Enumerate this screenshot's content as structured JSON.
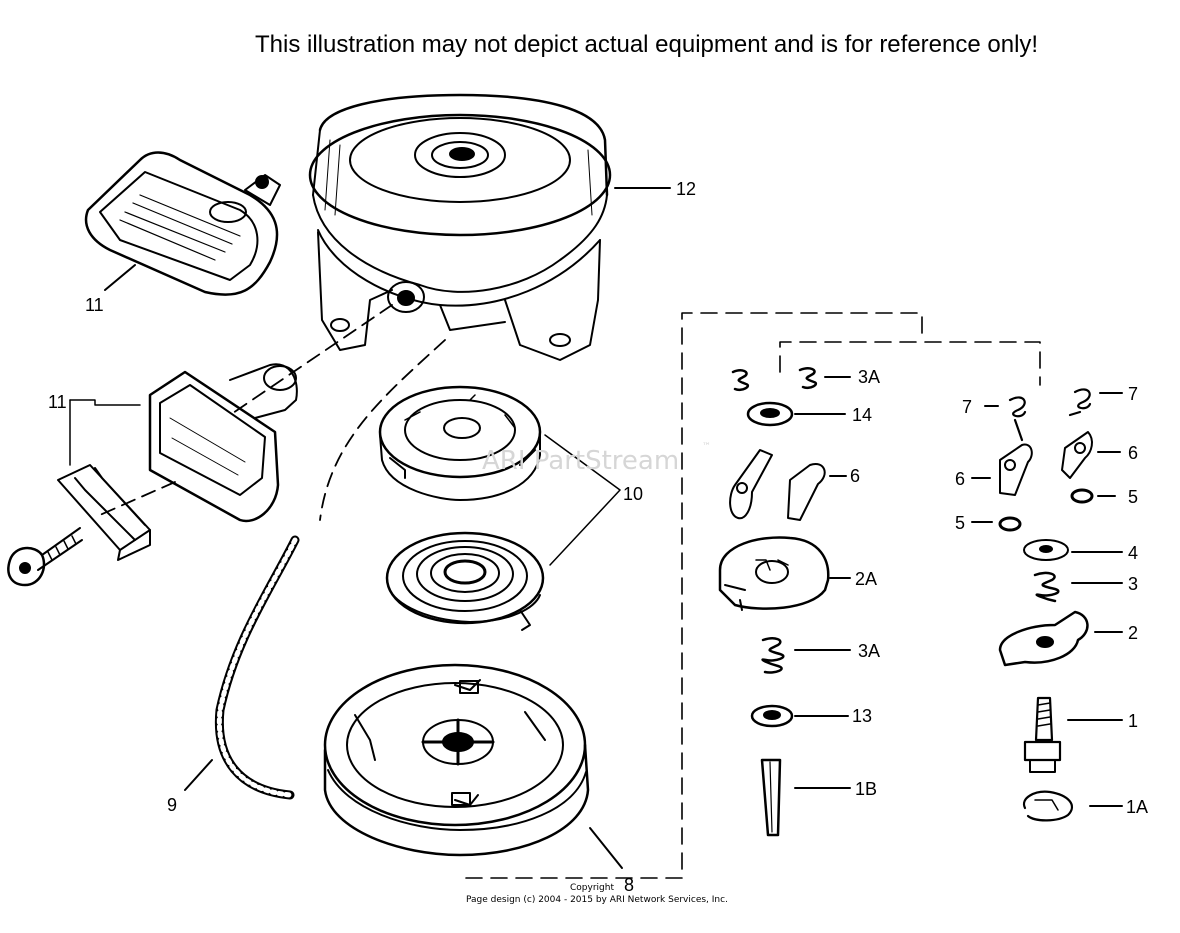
{
  "header": {
    "disclaimer": "This illustration may not depict actual equipment and is for reference only!"
  },
  "watermark": {
    "text": "ARI PartStream",
    "mark": "™"
  },
  "footer": {
    "copyright_word": "Copyright",
    "copyright_line": "Page design (c) 2004 - 2015 by ARI Network Services, Inc."
  },
  "callouts": {
    "c12": "12",
    "c11_top": "11",
    "c11_left": "11",
    "c10": "10",
    "c9": "9",
    "c8": "8",
    "c3a_top": "3A",
    "c14": "14",
    "c6_mid": "6",
    "c2a": "2A",
    "c3a_mid": "3A",
    "c13": "13",
    "c1b": "1B",
    "c7_left": "7",
    "c7_right": "7",
    "c6_left": "6",
    "c6_right": "6",
    "c5_right": "5",
    "c5_left": "5",
    "c4": "4",
    "c3": "3",
    "c2": "2",
    "c1": "1",
    "c1a": "1A"
  },
  "parts": [
    "starter-housing",
    "starter-handle-flat",
    "starter-handle-grip",
    "rope-retainer",
    "rope-screw",
    "spring-cover",
    "recoil-spring",
    "pulley",
    "starter-rope",
    "pawl-assembly-kit"
  ]
}
